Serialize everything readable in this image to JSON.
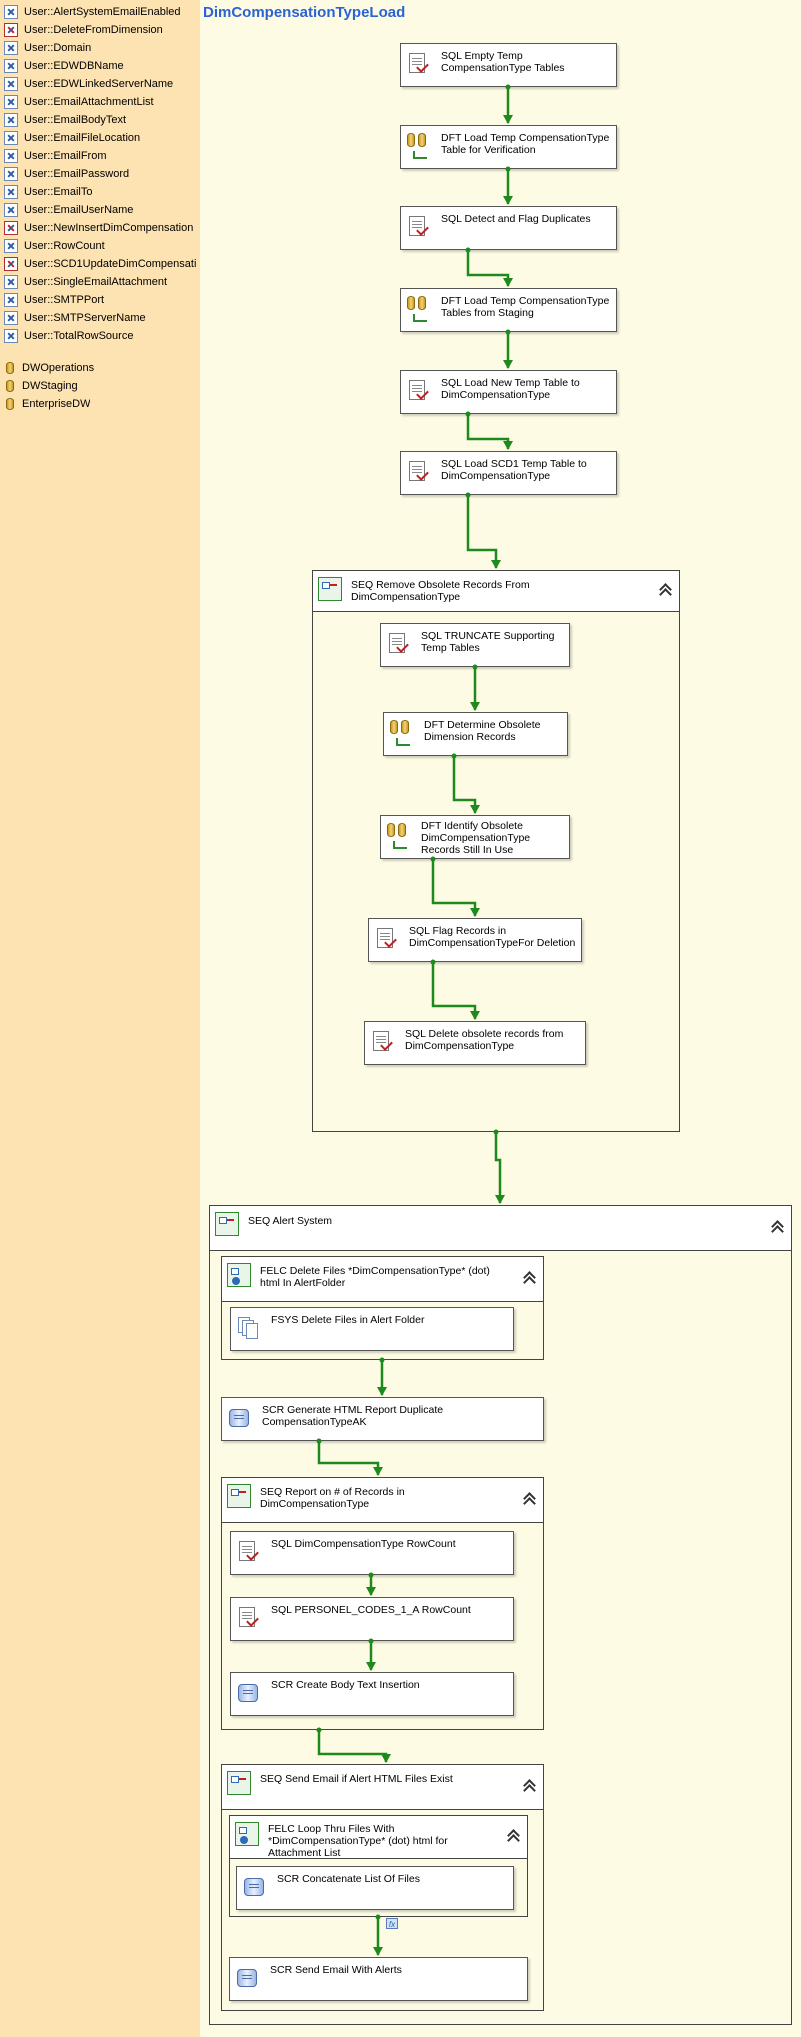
{
  "title": "DimCompensationTypeLoad",
  "variables": [
    {
      "label": "User::AlertSystemEmailEnabled",
      "icon": "variable-icon"
    },
    {
      "label": "User::DeleteFromDimension",
      "icon": "variable-warning-icon"
    },
    {
      "label": "User::Domain",
      "icon": "variable-icon"
    },
    {
      "label": "User::EDWDBName",
      "icon": "variable-icon"
    },
    {
      "label": "User::EDWLinkedServerName",
      "icon": "variable-icon"
    },
    {
      "label": "User::EmailAttachmentList",
      "icon": "variable-icon"
    },
    {
      "label": "User::EmailBodyText",
      "icon": "variable-icon"
    },
    {
      "label": "User::EmailFileLocation",
      "icon": "variable-icon"
    },
    {
      "label": "User::EmailFrom",
      "icon": "variable-icon"
    },
    {
      "label": "User::EmailPassword",
      "icon": "variable-icon"
    },
    {
      "label": "User::EmailTo",
      "icon": "variable-icon"
    },
    {
      "label": "User::EmailUserName",
      "icon": "variable-icon"
    },
    {
      "label": "User::NewInsertDimCompensation",
      "icon": "variable-warning-icon"
    },
    {
      "label": "User::RowCount",
      "icon": "variable-icon"
    },
    {
      "label": "User::SCD1UpdateDimCompensati",
      "icon": "variable-warning-icon"
    },
    {
      "label": "User::SingleEmailAttachment",
      "icon": "variable-icon"
    },
    {
      "label": "User::SMTPPort",
      "icon": "variable-icon"
    },
    {
      "label": "User::SMTPServerName",
      "icon": "variable-icon"
    },
    {
      "label": "User::TotalRowSource",
      "icon": "variable-icon"
    }
  ],
  "connections": [
    {
      "label": "DWOperations",
      "icon": "connection-icon"
    },
    {
      "label": "DWStaging",
      "icon": "connection-icon"
    },
    {
      "label": "EnterpriseDW",
      "icon": "connection-icon"
    }
  ],
  "tasks": {
    "t1": {
      "label": "SQL Empty Temp\nCompensationType Tables",
      "icon": "sql-task-icon"
    },
    "t2": {
      "label": "DFT Load Temp CompensationType\nTable for Verification",
      "icon": "data-flow-icon"
    },
    "t3": {
      "label": "SQL Detect and Flag Duplicates",
      "icon": "sql-task-icon"
    },
    "t4": {
      "label": "DFT Load Temp CompensationType\nTables from Staging",
      "icon": "data-flow-icon"
    },
    "t5": {
      "label": "SQL Load New Temp Table to\nDimCompensationType",
      "icon": "sql-task-icon"
    },
    "t6": {
      "label": "SQL Load SCD1 Temp Table to\nDimCompensationType",
      "icon": "sql-task-icon"
    },
    "r1": {
      "label": "SQL TRUNCATE Supporting\nTemp Tables",
      "icon": "sql-task-icon"
    },
    "r2": {
      "label": "DFT Determine Obsolete\nDimension Records",
      "icon": "data-flow-icon"
    },
    "r3": {
      "label": "DFT Identify Obsolete\nDimCompensationType\nRecords Still In Use",
      "icon": "data-flow-icon"
    },
    "r4": {
      "label": "SQL Flag Records in\nDimCompensationTypeFor Deletion",
      "icon": "sql-task-icon"
    },
    "r5": {
      "label": "SQL Delete obsolete records from\nDimCompensationType",
      "icon": "sql-task-icon"
    },
    "a1": {
      "label": "FSYS Delete Files in Alert Folder",
      "icon": "file-system-icon"
    },
    "a2": {
      "label": "SCR Generate HTML Report Duplicate\nCompensationTypeAK",
      "icon": "script-icon"
    },
    "a3": {
      "label": "SQL DimCompensationType RowCount",
      "icon": "sql-task-icon"
    },
    "a4": {
      "label": "SQL PERSONEL_CODES_1_A  RowCount",
      "icon": "sql-task-icon"
    },
    "a5": {
      "label": "SCR Create Body Text Insertion",
      "icon": "script-icon"
    },
    "a6": {
      "label": "SCR Concatenate List Of Files",
      "icon": "script-icon"
    },
    "a7": {
      "label": "SCR Send Email With Alerts",
      "icon": "script-icon"
    }
  },
  "containers": {
    "seq_remove": {
      "label": "SEQ Remove Obsolete Records From DimCompensationType",
      "icon": "sequence-icon"
    },
    "seq_alert": {
      "label": "SEQ Alert System",
      "icon": "sequence-icon"
    },
    "felc_delete": {
      "label": "FELC Delete Files *DimCompensationType* (dot)\nhtml In AlertFolder",
      "icon": "foreach-loop-icon"
    },
    "seq_report": {
      "label": "SEQ Report on # of Records in\nDimCompensationType",
      "icon": "sequence-icon"
    },
    "seq_send": {
      "label": "SEQ Send Email if Alert HTML Files Exist",
      "icon": "sequence-icon"
    },
    "felc_loop": {
      "label": "FELC Loop Thru Files With\n*DimCompensationType* (dot) html for\nAttachment List",
      "icon": "foreach-loop-icon"
    }
  },
  "expression_badge": "fx",
  "colors": {
    "sidebar": "#fde2b2",
    "canvas": "#fdfbe4",
    "title": "#2b63d4",
    "connector": "#1e8a1e"
  }
}
